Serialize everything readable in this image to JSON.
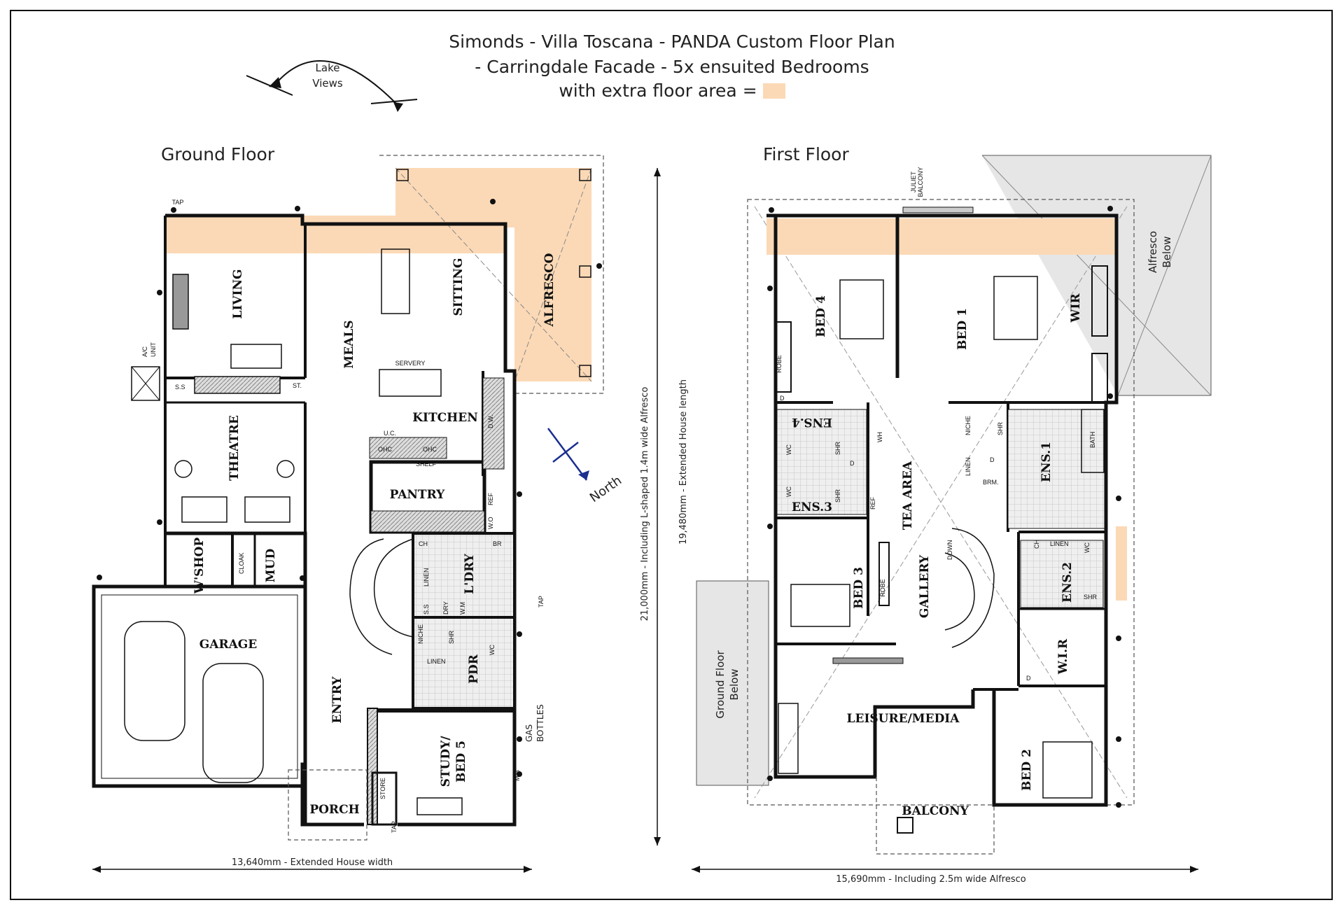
{
  "title": {
    "line1": "Simonds - Villa Toscana - PANDA Custom Floor Plan",
    "line2": "- Carringdale Facade - 5x ensuited Bedrooms",
    "line3": "with extra floor area ="
  },
  "view_label": {
    "line1": "Lake",
    "line2": "Views"
  },
  "north_label": "North",
  "ground": {
    "heading": "Ground Floor",
    "rooms": {
      "living": "LIVING",
      "meals": "MEALS",
      "sitting": "SITTING",
      "alfresco": "ALFRESCO",
      "kitchen": "KITCHEN",
      "theatre": "THEATRE",
      "pantry": "PANTRY",
      "wshop": "W'SHOP",
      "mud": "MUD",
      "ldry": "L'DRY",
      "garage": "GARAGE",
      "entry": "ENTRY",
      "pdr": "PDR",
      "study1": "STUDY/",
      "study2": "BED 5",
      "porch": "PORCH"
    },
    "labels": {
      "tap": "TAP",
      "ac1": "A/C",
      "ac2": "UNIT",
      "ss": "S.S",
      "st": "ST.",
      "servery": "SERVERY",
      "uc": "U.C.",
      "ohc": "OHC",
      "shelf": "SHELF",
      "dw": "D.W.",
      "ref": "REF",
      "wo": "W.O",
      "ch": "CH",
      "br": "BR",
      "linen": "LINEN",
      "dryer": "DRY",
      "wm": "W.M",
      "niche": "NICHE",
      "shr": "SHR",
      "wc": "WC",
      "cloak": "CLOAK",
      "store": "STORE",
      "mb": "M/B",
      "gas1": "GAS",
      "gas2": "BOTTLES"
    },
    "width_dim": "13,640mm - Extended House width",
    "height_dim": "21,000mm - Including L-shaped 1.4m wide Alfresco"
  },
  "first": {
    "heading": "First Floor",
    "rooms": {
      "bed4": "BED 4",
      "bed1": "BED 1",
      "wir": "WIR",
      "ens4": "ENS.4",
      "ens1": "ENS.1",
      "ens3": "ENS.3",
      "tea": "TEA AREA",
      "bed3": "BED 3",
      "gallery": "GALLERY",
      "ens2": "ENS.2",
      "wir2": "W.I.R",
      "leisure": "LEISURE/MEDIA",
      "bed2": "BED 2",
      "balcony": "BALCONY"
    },
    "labels": {
      "juliet1": "JULIET",
      "juliet2": "BALCONY",
      "robe": "ROBE",
      "d": "D",
      "wc": "WC",
      "shr": "SHR",
      "wh": "WH",
      "ref": "REF",
      "linen": "LINEN",
      "niche": "NICHE",
      "brm": "BRM.",
      "bath": "BATH",
      "ch": "CH",
      "down": "DOWN"
    },
    "alfresco_below": {
      "line1": "Alfresco",
      "line2": "Below"
    },
    "ground_below": {
      "line1": "Ground Floor",
      "line2": "Below"
    },
    "width_dim": "15,690mm - Including 2.5m wide  Alfresco",
    "length_dim": "19,480mm - Extended House length"
  },
  "colors": {
    "extra_area": "#fbd9b6",
    "wall": "#111111",
    "tile": "#d9d9d9",
    "north_arrow": "#1b2f8f"
  }
}
